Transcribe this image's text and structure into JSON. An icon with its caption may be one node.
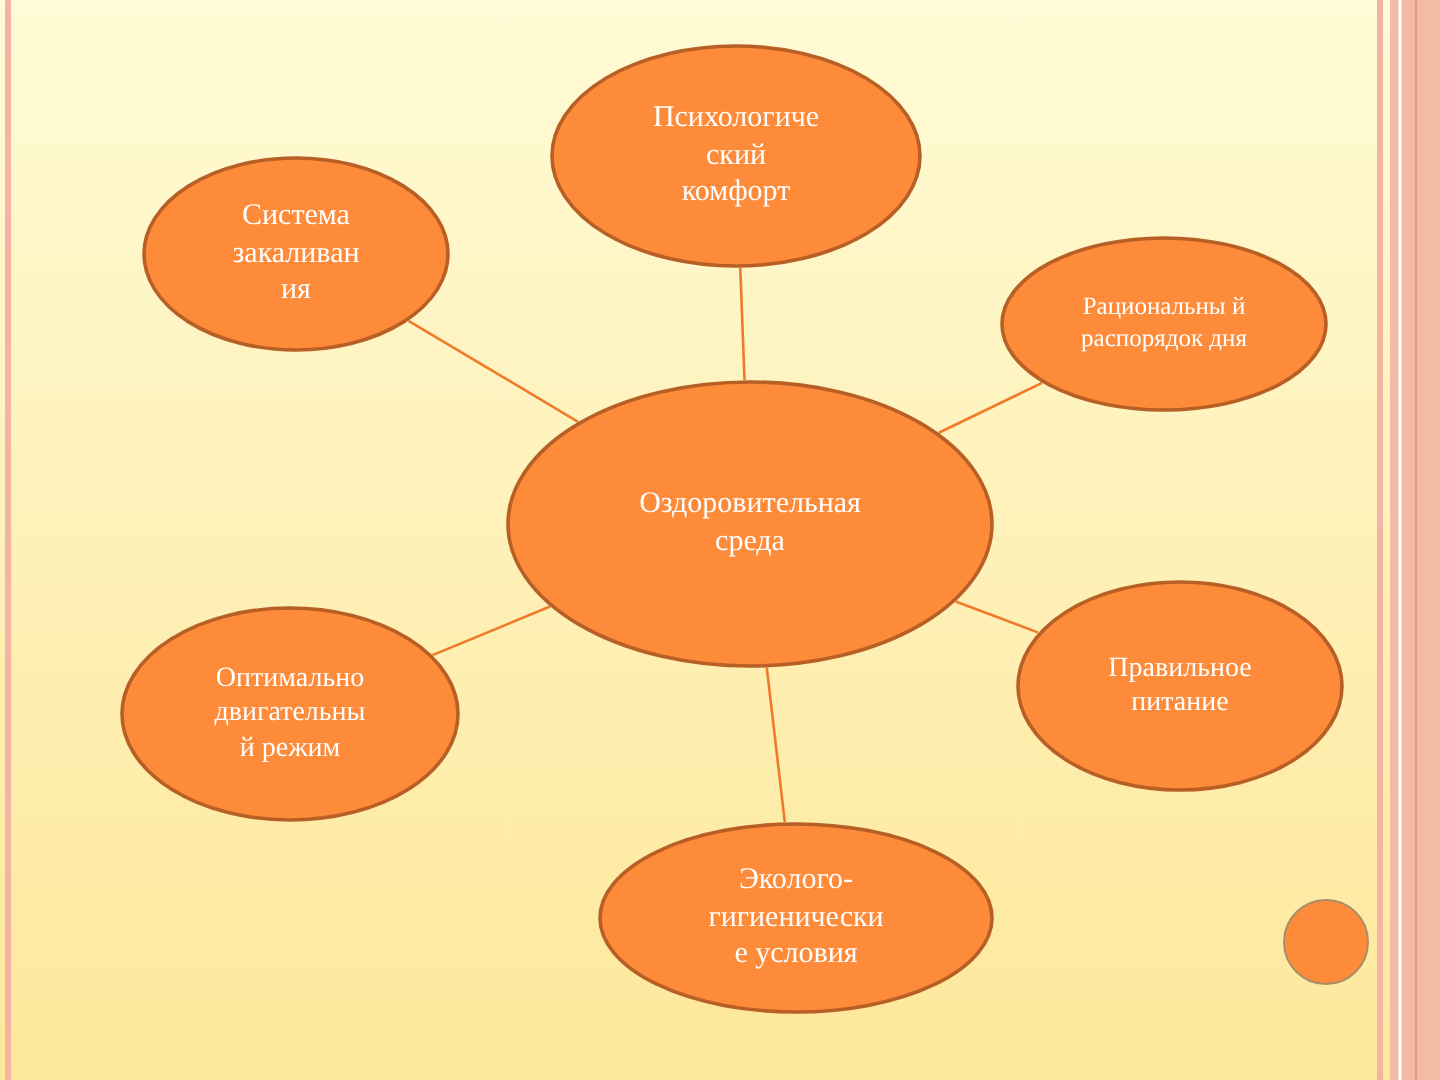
{
  "diagram": {
    "nodes": [
      {
        "text": [
          "Психологиче ский комфорт"
        ]
      },
      {
        "text": [
          "Система закаливан ия"
        ]
      },
      {
        "text": [
          "Рациональны й распорядок дня"
        ]
      },
      {
        "text": [
          "Оздоровительная среда"
        ]
      },
      {
        "text": [
          "Оптимально двигательны й режим"
        ]
      },
      {
        "text": [
          "Правильное питание"
        ]
      },
      {
        "text": [
          "Эколого-гигиенически е условия"
        ]
      },
      {
        "text": [],
        "shape": "circle"
      }
    ],
    "edges": [
      {
        "from": 3,
        "to": 0,
        "arrow": "none"
      },
      {
        "from": 3,
        "to": 1,
        "arrow": "none"
      },
      {
        "from": 3,
        "to": 2,
        "arrow": "none"
      },
      {
        "from": 3,
        "to": 4,
        "arrow": "none"
      },
      {
        "from": 3,
        "to": 5,
        "arrow": "none"
      },
      {
        "from": 3,
        "to": 6,
        "arrow": "none"
      }
    ]
  }
}
